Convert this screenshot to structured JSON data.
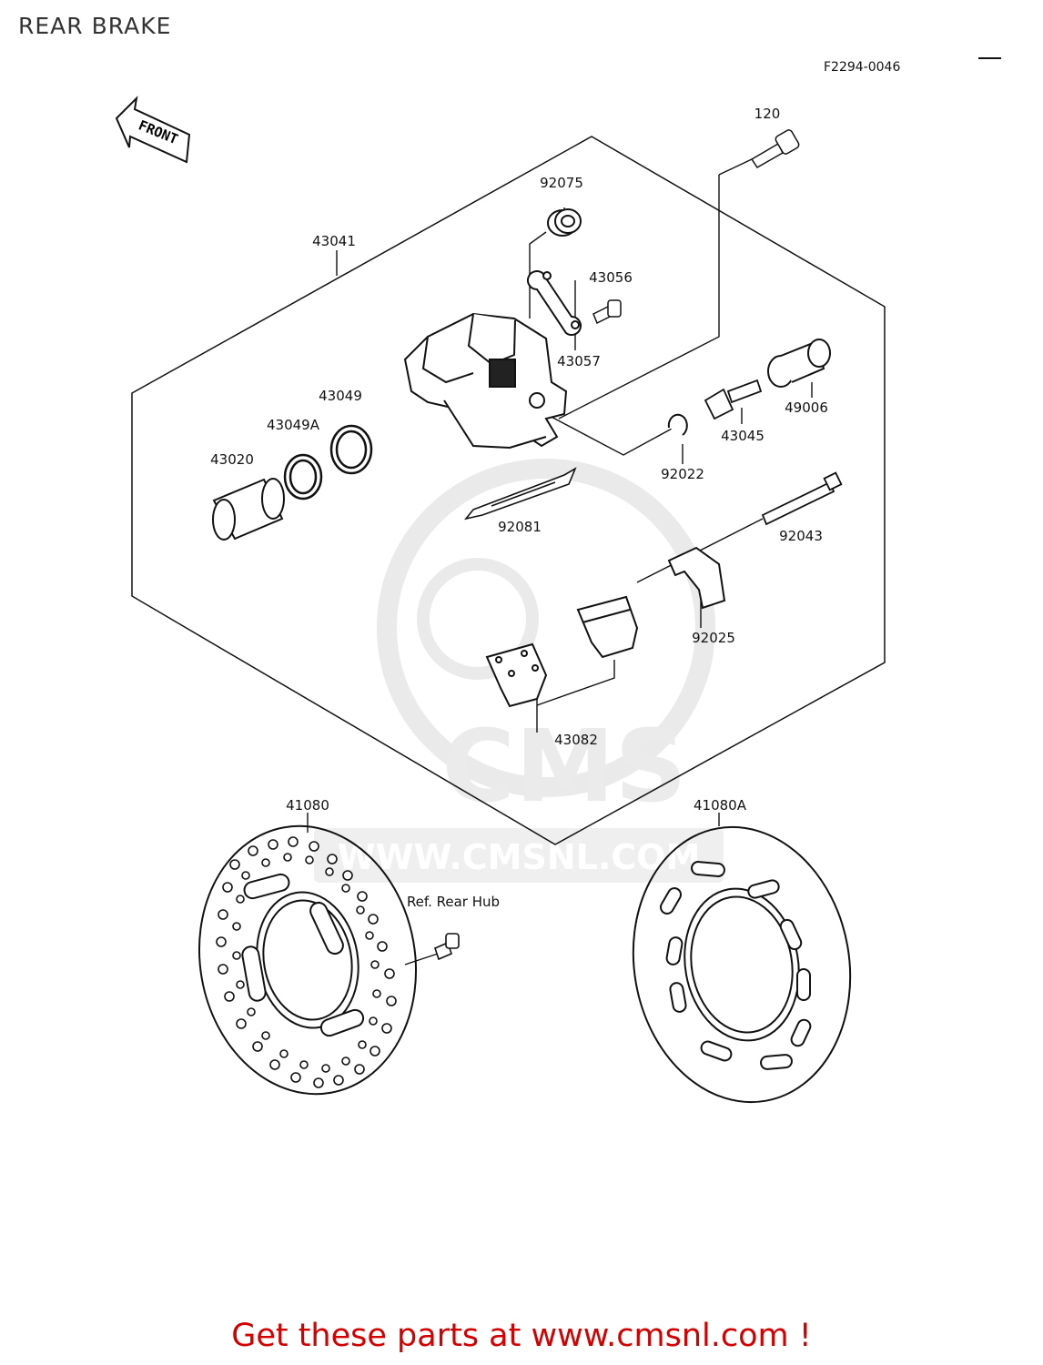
{
  "title": "REAR BRAKE",
  "figure_code": "F2294-0046",
  "front_arrow_label": "FRONT",
  "parts": {
    "p120": "120",
    "p92075": "92075",
    "p43041": "43041",
    "p43056": "43056",
    "p43057": "43057",
    "p49006": "49006",
    "p43045": "43045",
    "p92022": "92022",
    "p43049": "43049",
    "p43049A": "43049A",
    "p43020": "43020",
    "p92081": "92081",
    "p92043": "92043",
    "p92025": "92025",
    "p43082": "43082",
    "p41080": "41080",
    "p41080A": "41080A",
    "ref_rear_hub": "Ref. Rear Hub"
  },
  "watermark": "WWW.CMSNL.COM",
  "watermark_logo": "CMS",
  "cta": "Get these parts at www.cmsnl.com !",
  "colors": {
    "cta": "#d40000",
    "line": "#111111",
    "watermark": "#e6e6e6"
  }
}
